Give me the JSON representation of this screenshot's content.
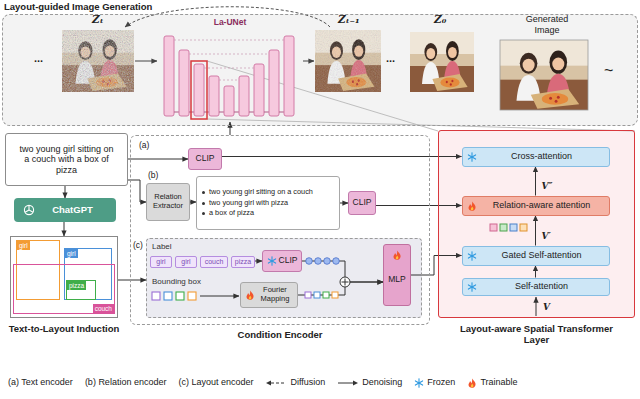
{
  "diagram": {
    "nodes": [
      {
        "text": [
          "Layout-guided Image Generation"
        ]
      },
      {
        "text": [
          "La-UNet"
        ],
        "in": 0
      },
      {
        "text": [
          "two young girl sitting on a couch with a box of pizza"
        ]
      },
      {
        "text": [
          "ChatGPT"
        ]
      },
      {
        "text": [
          "Text-to-Layout Induction"
        ]
      },
      {
        "text": [
          "girl"
        ],
        "in": 4
      },
      {
        "text": [
          "girl"
        ],
        "in": 4
      },
      {
        "text": [
          "couch"
        ],
        "in": 4
      },
      {
        "text": [
          "pizza"
        ],
        "in": 4
      },
      {
        "text": [
          "Condition Encoder"
        ]
      },
      {
        "text": [
          "CLIP"
        ],
        "in": 9
      },
      {
        "text": [
          "Relation Extractor"
        ],
        "in": 9
      },
      {
        "text": [
          "two young girl sitting on a couch",
          "two young girl with pizza",
          "a box of pizza"
        ],
        "in": 9
      },
      {
        "text": [
          "CLIP"
        ],
        "in": 9
      },
      {
        "text": [
          "Label",
          "Bounding box"
        ],
        "in": 9
      },
      {
        "text": [
          "girl"
        ],
        "in": 14
      },
      {
        "text": [
          "girl"
        ],
        "in": 14
      },
      {
        "text": [
          "couch"
        ],
        "in": 14
      },
      {
        "text": [
          "pizza"
        ],
        "in": 14
      },
      {
        "text": [
          "CLIP"
        ],
        "in": 14
      },
      {
        "text": [
          "Fourier Mapping"
        ],
        "in": 14
      },
      {
        "text": [
          "MLP"
        ],
        "in": 14
      },
      {
        "text": [
          "Layout-aware Spatial Transformer Layer"
        ]
      },
      {
        "text": [
          "Cross-attention"
        ],
        "in": 22
      },
      {
        "text": [
          "Relation-aware attention"
        ],
        "in": 22
      },
      {
        "text": [
          "Gated Self-attention"
        ],
        "in": 22
      },
      {
        "text": [
          "Self-attention"
        ],
        "in": 22
      }
    ],
    "edges": [
      {
        "from": 2,
        "to": 3,
        "arrow": "to"
      },
      {
        "from": 3,
        "to": 4,
        "arrow": "to"
      },
      {
        "from": 2,
        "to": 10,
        "arrow": "to"
      },
      {
        "from": 2,
        "to": 11,
        "arrow": "to"
      },
      {
        "from": 4,
        "to": 14,
        "arrow": "to"
      },
      {
        "from": 11,
        "to": 12,
        "arrow": "to"
      },
      {
        "from": 12,
        "to": 13,
        "arrow": "to"
      },
      {
        "from": 10,
        "to": 23,
        "arrow": "to"
      },
      {
        "from": 13,
        "to": 24,
        "arrow": "to"
      },
      {
        "from": 18,
        "to": 19,
        "arrow": "to"
      },
      {
        "from": 19,
        "to": 21,
        "arrow": "to"
      },
      {
        "from": 20,
        "to": 21,
        "arrow": "to"
      },
      {
        "from": 21,
        "to": 25,
        "arrow": "to"
      },
      {
        "from": 26,
        "to": 25,
        "arrow": "to"
      },
      {
        "from": 25,
        "to": 24,
        "label": "V′",
        "arrow": "to"
      },
      {
        "from": 24,
        "to": 23,
        "label": "V″",
        "arrow": "to"
      },
      {
        "from": 9,
        "to": 1,
        "arrow": "to"
      }
    ],
    "labels": [
      "Zₜ",
      "Zₜ₋₁",
      "Z₀",
      "Generated Image",
      "...",
      "...",
      "~",
      "(a)",
      "(b)",
      "(c)",
      "V"
    ],
    "legend": [
      {
        "text": "(a) Text encoder"
      },
      {
        "text": "(b) Relation encoder"
      },
      {
        "text": "(c) Layout encoder"
      },
      {
        "text": "Diffusion"
      },
      {
        "text": "Denoising"
      },
      {
        "text": "Frozen"
      },
      {
        "text": "Trainable"
      }
    ]
  }
}
